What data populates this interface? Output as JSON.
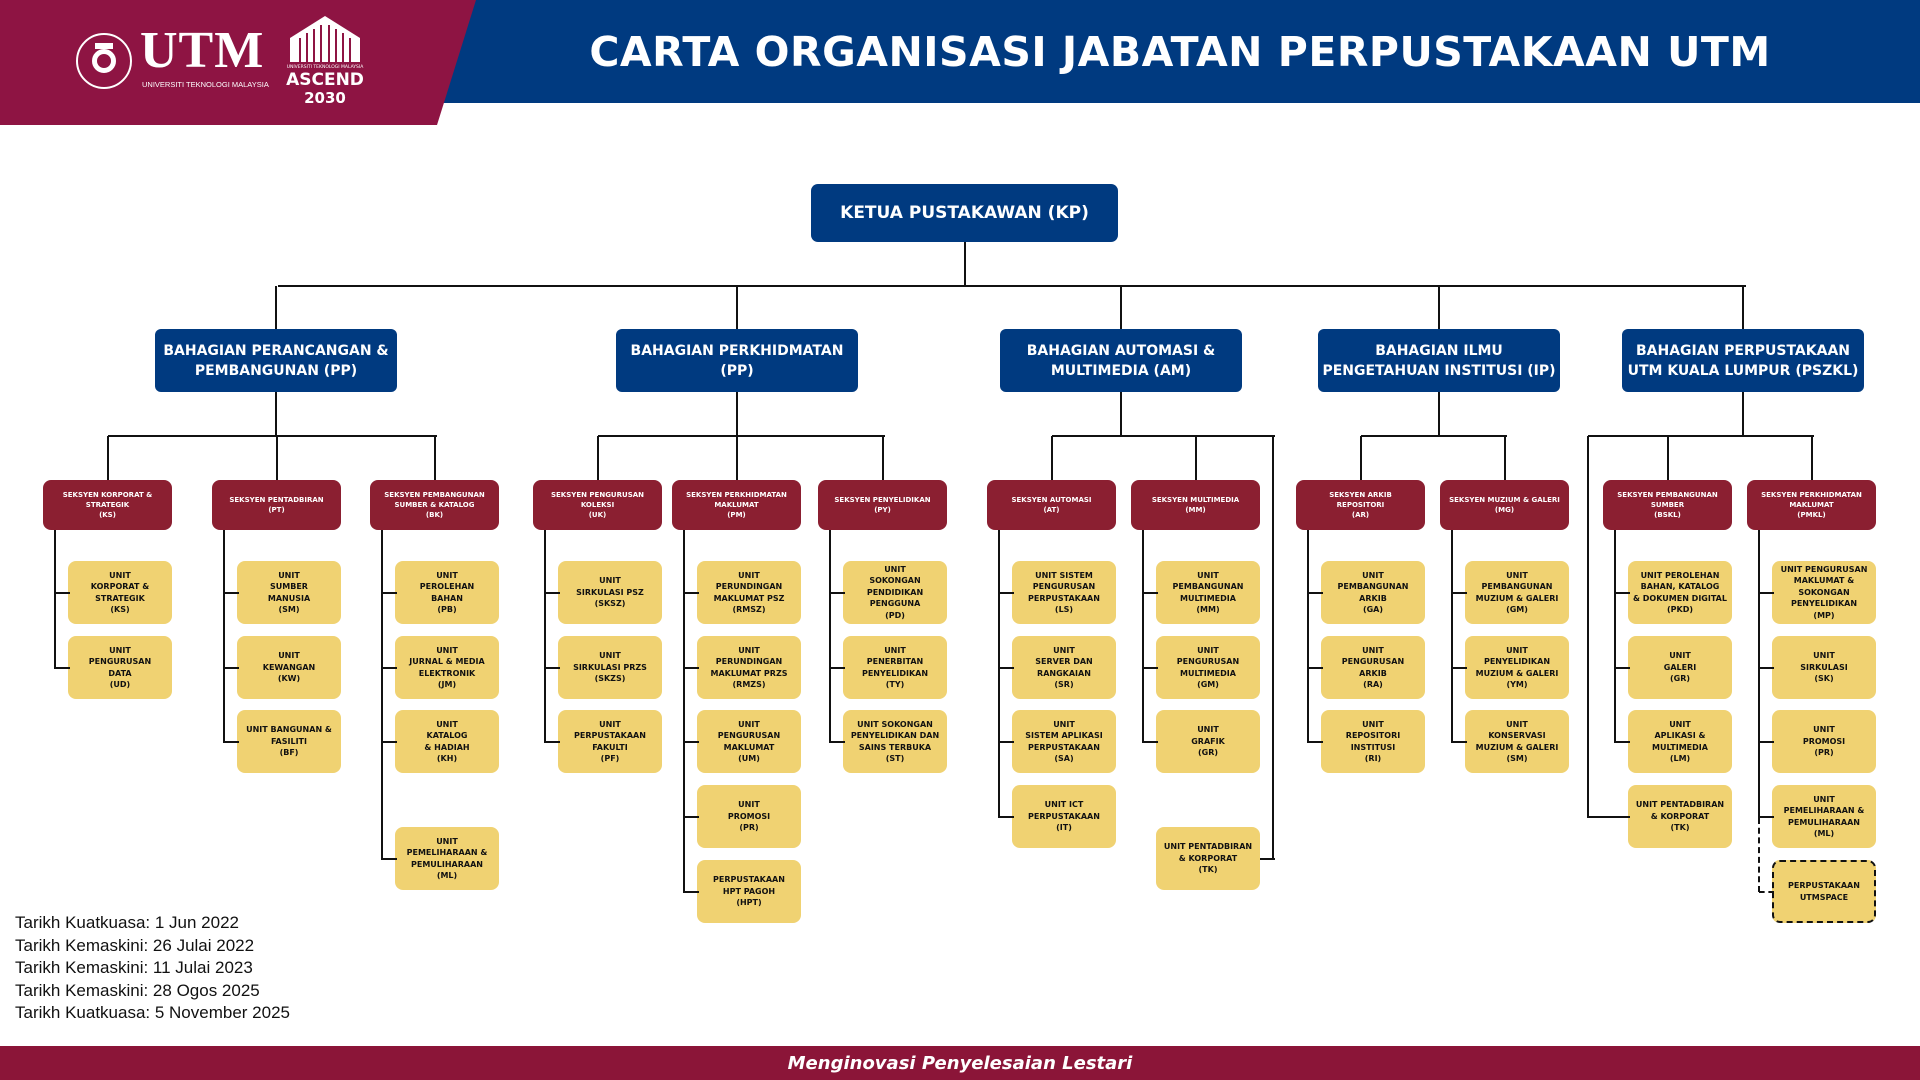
{
  "header": {
    "title": "CARTA ORGANISASI JABATAN PERPUSTAKAAN UTM",
    "logo_utm": "UTM",
    "logo_utm_sub": "UNIVERSITI TEKNOLOGI MALAYSIA",
    "logo_ascend_small": "UNIVERSITI TEKNOLOGI MALAYSIA",
    "logo_ascend": "ASCEND",
    "logo_ascend_year": "2030"
  },
  "colors": {
    "blue": "#003a80",
    "maroon": "#8e1443",
    "section": "#8b1f31",
    "unit": "#f0d272"
  },
  "head": "KETUA PUSTAKAWAN (KP)",
  "divisions": [
    {
      "title": "BAHAGIAN PERANCANGAN &\nPEMBANGUNAN (PP)",
      "sections": [
        {
          "title": "SEKSYEN KORPORAT &\nSTRATEGIK\n(KS)",
          "units": [
            "UNIT\nKORPORAT &\nSTRATEGIK\n(KS)",
            "UNIT\nPENGURUSAN\nDATA\n(UD)"
          ]
        },
        {
          "title": "SEKSYEN PENTADBIRAN\n(PT)",
          "units": [
            "UNIT\nSUMBER\nMANUSIA\n(SM)",
            "UNIT\nKEWANGAN\n(KW)",
            "UNIT BANGUNAN &\nFASILITI\n(BF)"
          ]
        },
        {
          "title": "SEKSYEN PEMBANGUNAN\nSUMBER & KATALOG\n(BK)",
          "units": [
            "UNIT\nPEROLEHAN\nBAHAN\n(PB)",
            "UNIT\nJURNAL & MEDIA\nELEKTRONIK\n(JM)",
            "UNIT\nKATALOG\n& HADIAH\n(KH)",
            "UNIT\nPEMELIHARAAN &\nPEMULIHARAAN\n(ML)"
          ]
        }
      ]
    },
    {
      "title": "BAHAGIAN PERKHIDMATAN\n(PP)",
      "sections": [
        {
          "title": "SEKSYEN PENGURUSAN\nKOLEKSI\n(UK)",
          "units": [
            "UNIT\nSIRKULASI PSZ\n(SKSZ)",
            "UNIT\nSIRKULASI PRZS\n(SKZS)",
            "UNIT\nPERPUSTAKAAN\nFAKULTI\n(PF)"
          ]
        },
        {
          "title": "SEKSYEN PERKHIDMATAN\nMAKLUMAT\n(PM)",
          "units": [
            "UNIT\nPERUNDINGAN\nMAKLUMAT PSZ\n(RMSZ)",
            "UNIT\nPERUNDINGAN\nMAKLUMAT PRZS\n(RMZS)",
            "UNIT\nPENGURUSAN\nMAKLUMAT\n(UM)",
            "UNIT\nPROMOSI\n(PR)",
            "PERPUSTAKAAN\nHPT PAGOH\n(HPT)"
          ]
        },
        {
          "title": "SEKSYEN PENYELIDIKAN\n(PY)",
          "units": [
            "UNIT\nSOKONGAN\nPENDIDIKAN\nPENGGUNA\n(PD)",
            "UNIT\nPENERBITAN\nPENYELIDIKAN\n(TY)",
            "UNIT SOKONGAN\nPENYELIDIKAN DAN\nSAINS TERBUKA\n(ST)"
          ]
        }
      ]
    },
    {
      "title": "BAHAGIAN AUTOMASI &\nMULTIMEDIA (AM)",
      "sections": [
        {
          "title": "SEKSYEN AUTOMASI\n(AT)",
          "units": [
            "UNIT SISTEM\nPENGURUSAN\nPERPUSTAKAAN\n(LS)",
            "UNIT\nSERVER DAN\nRANGKAIAN\n(SR)",
            "UNIT\nSISTEM APLIKASI\nPERPUSTAKAAN\n(SA)",
            "UNIT ICT\nPERPUSTAKAAN\n(IT)"
          ]
        },
        {
          "title": "SEKSYEN MULTIMEDIA\n(MM)",
          "units": [
            "UNIT\nPEMBANGUNAN\nMULTIMEDIA\n(MM)",
            "UNIT\nPENGURUSAN\nMULTIMEDIA\n(GM)",
            "UNIT\nGRAFIK\n(GR)",
            "UNIT PENTADBIRAN\n& KORPORAT\n(TK)"
          ]
        }
      ]
    },
    {
      "title": "BAHAGIAN ILMU\nPENGETAHUAN INSTITUSI (IP)",
      "sections": [
        {
          "title": "SEKSYEN ARKIB\nREPOSITORI\n(AR)",
          "units": [
            "UNIT\nPEMBANGUNAN\nARKIB\n(GA)",
            "UNIT\nPENGURUSAN\nARKIB\n(RA)",
            "UNIT\nREPOSITORI\nINSTITUSI\n(RI)"
          ]
        },
        {
          "title": "SEKSYEN MUZIUM & GALERI\n(MG)",
          "units": [
            "UNIT\nPEMBANGUNAN\nMUZIUM & GALERI\n(GM)",
            "UNIT\nPENYELIDIKAN\nMUZIUM & GALERI\n(YM)",
            "UNIT\nKONSERVASI\nMUZIUM & GALERI\n(SM)"
          ]
        }
      ]
    },
    {
      "title": "BAHAGIAN PERPUSTAKAAN\nUTM KUALA LUMPUR (PSZKL)",
      "sections": [
        {
          "title": "SEKSYEN PEMBANGUNAN\nSUMBER\n(BSKL)",
          "units": [
            "UNIT PEROLEHAN\nBAHAN, KATALOG\n& DOKUMEN DIGITAL\n(PKD)",
            "UNIT\nGALERI\n(GR)",
            "UNIT\nAPLIKASI &\nMULTIMEDIA\n(LM)",
            "UNIT PENTADBIRAN\n& KORPORAT\n(TK)"
          ]
        },
        {
          "title": "SEKSYEN PERKHIDMATAN\nMAKLUMAT\n(PMKL)",
          "units": [
            "UNIT PENGURUSAN\nMAKLUMAT &\nSOKONGAN\nPENYELIDIKAN\n(MP)",
            "UNIT\nSIRKULASI\n(SK)",
            "UNIT\nPROMOSI\n(PR)",
            "UNIT\nPEMELIHARAAN &\nPEMULIHARAAN\n(ML)",
            "PERPUSTAKAAN\nUTMSPACE"
          ]
        }
      ]
    }
  ],
  "dates": [
    "Tarikh Kuatkuasa: 1 Jun 2022",
    "Tarikh Kemaskini: 26 Julai 2022",
    "Tarikh Kemaskini: 11 Julai 2023",
    "Tarikh Kemaskini: 28 Ogos 2025",
    "Tarikh Kuatkuasa: 5 November 2025"
  ],
  "footer": "Menginovasi Penyelesaian Lestari"
}
